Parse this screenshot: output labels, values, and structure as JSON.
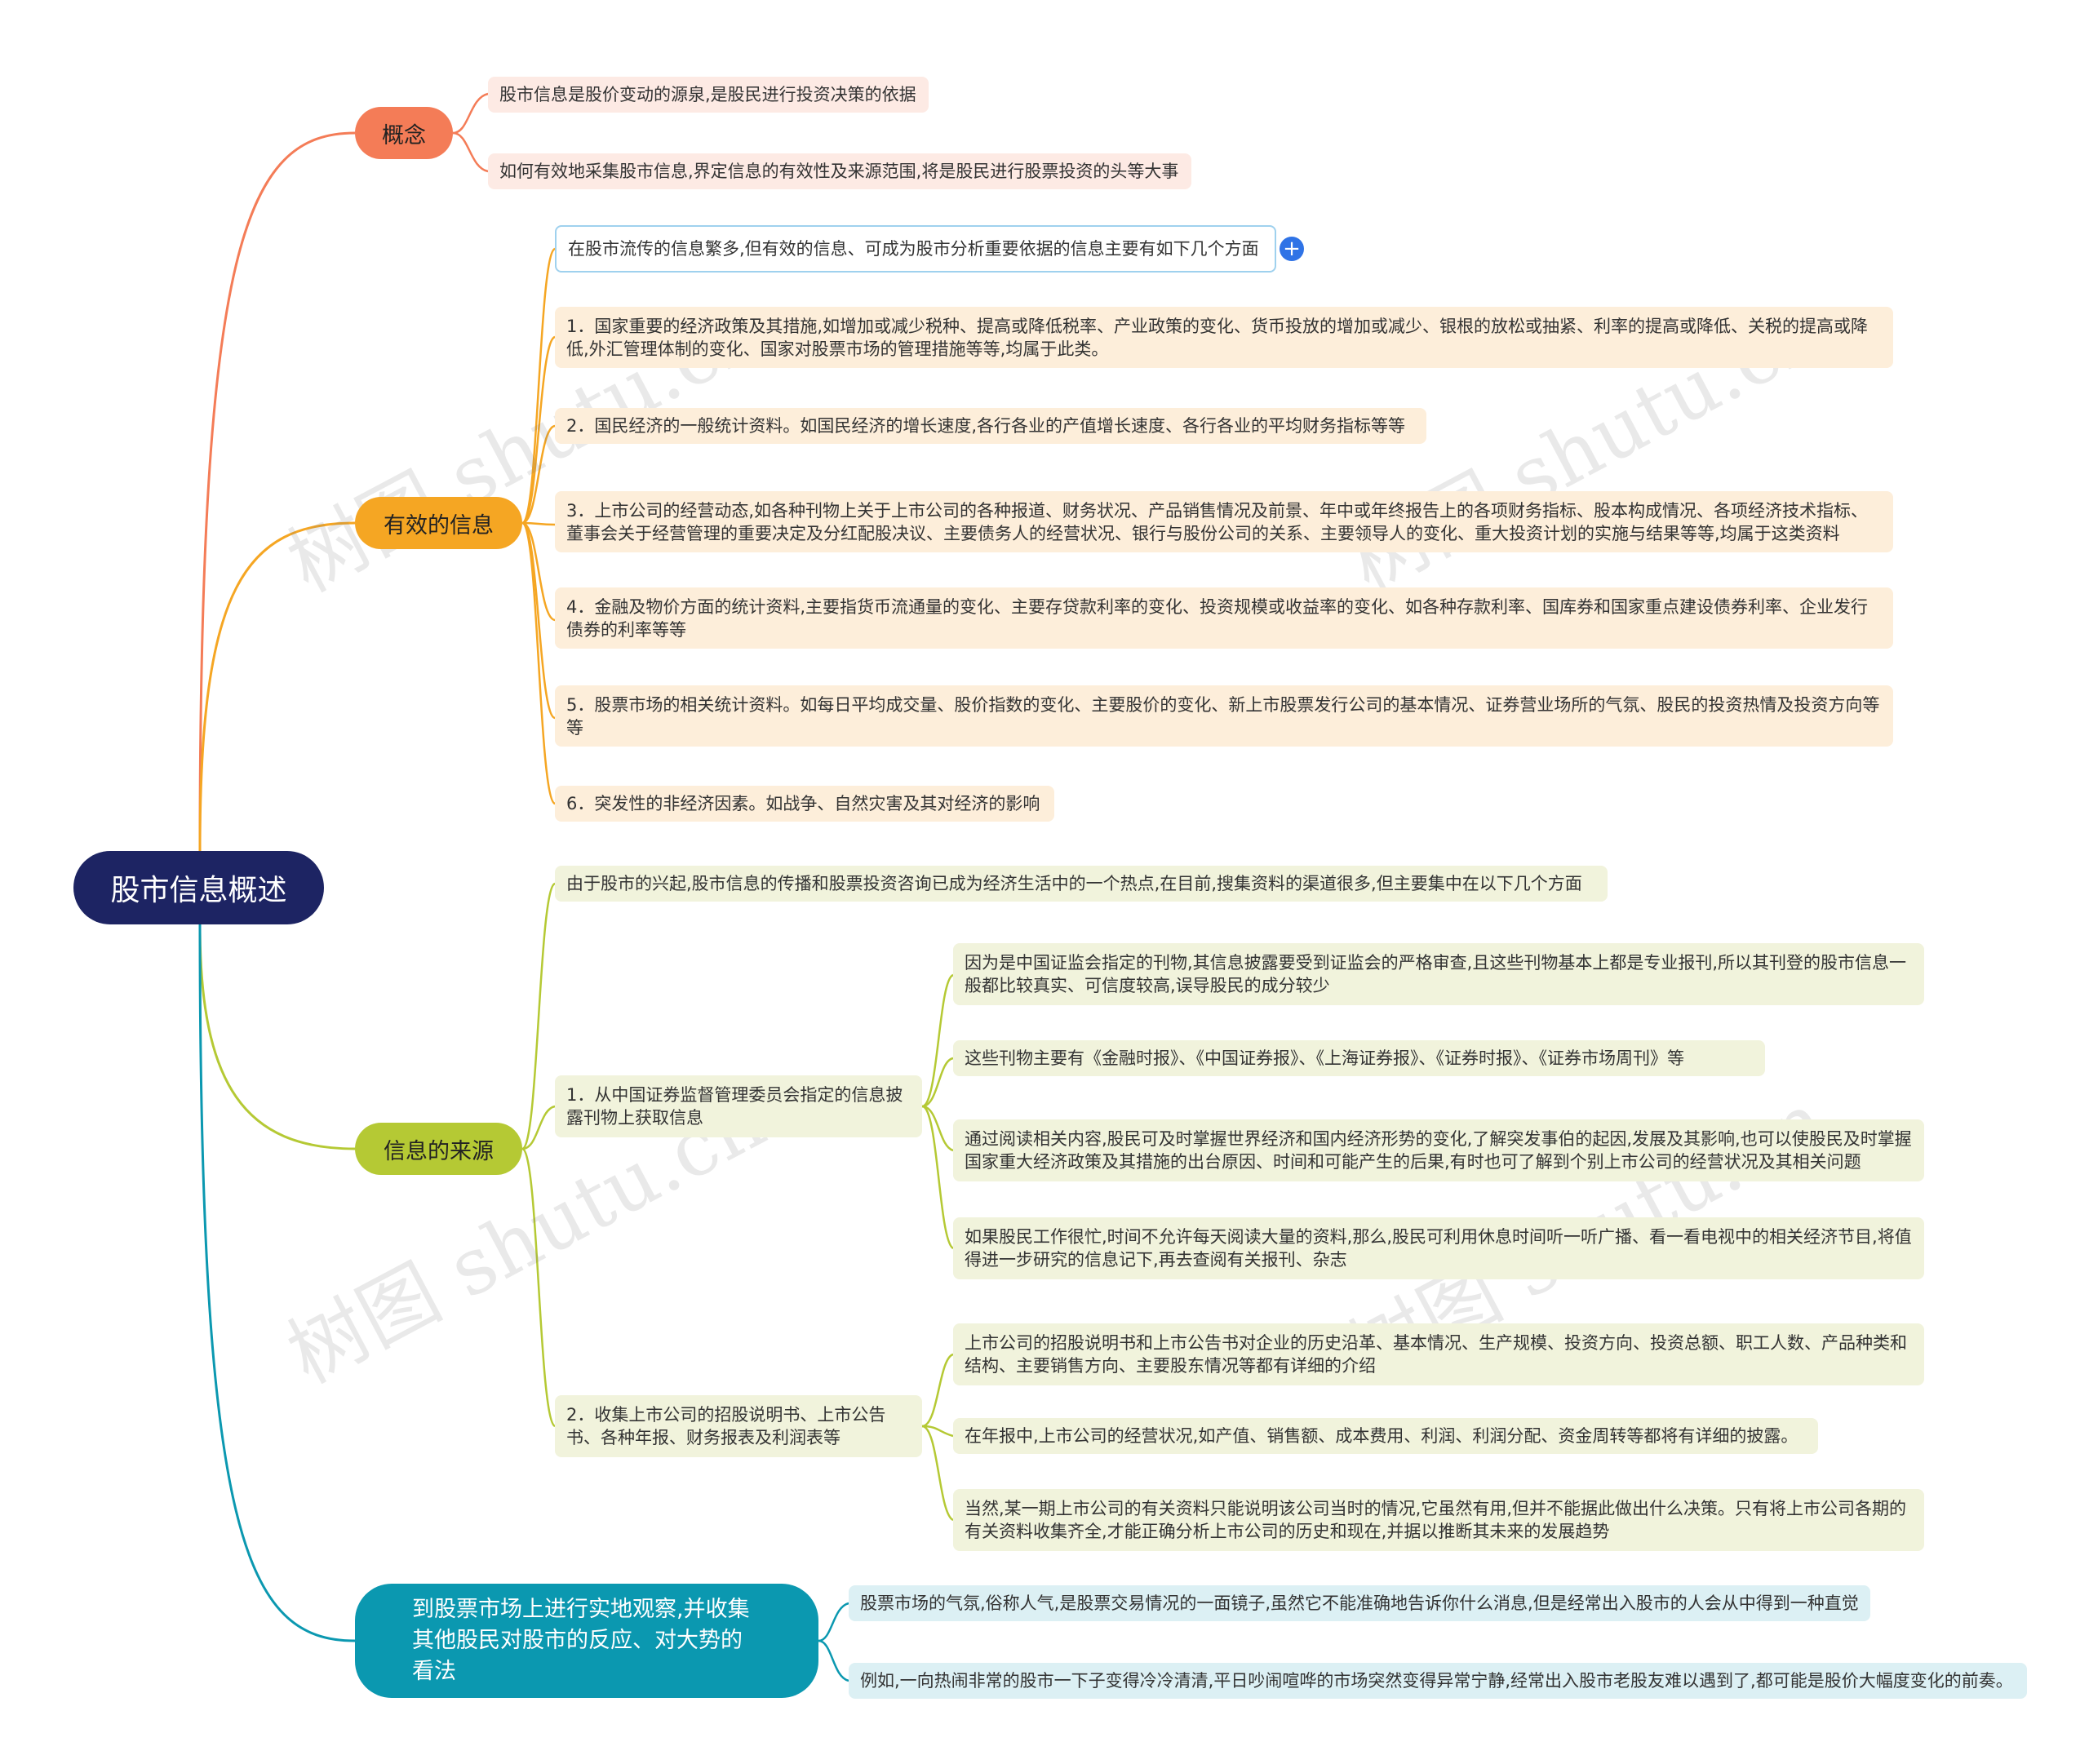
{
  "root": {
    "label": "股市信息概述"
  },
  "branches": {
    "concept": {
      "label": "概念",
      "items": [
        "股市信息是股价变动的源泉,是股民进行投资决策的依据",
        "如何有效地采集股市信息,界定信息的有效性及来源范围,将是股民进行股票投资的头等大事"
      ]
    },
    "effective": {
      "label": "有效的信息",
      "items": [
        "在股市流传的信息繁多,但有效的信息、可成为股市分析重要依据的信息主要有如下几个方面",
        "1．国家重要的经济政策及其措施,如增加或减少税种、提高或降低税率、产业政策的变化、货币投放的增加或减少、银根的放松或抽紧、利率的提高或降低、关税的提高或降低,外汇管理体制的变化、国家对股票市场的管理措施等等,均属于此类。",
        "2．国民经济的一般统计资料。如国民经济的增长速度,各行各业的产值增长速度、各行各业的平均财务指标等等",
        "3．上市公司的经营动态,如各种刊物上关于上市公司的各种报道、财务状况、产品销售情况及前景、年中或年终报告上的各项财务指标、股本构成情况、各项经济技术指标、董事会关于经营管理的重要决定及分红配股决议、主要债务人的经营状况、银行与股份公司的关系、主要领导人的变化、重大投资计划的实施与结果等等,均属于这类资料",
        "4．金融及物价方面的统计资料,主要指货币流通量的变化、主要存贷款利率的变化、投资规模或收益率的变化、如各种存款利率、国库券和国家重点建设债券利率、企业发行债券的利率等等",
        "5．股票市场的相关统计资料。如每日平均成交量、股价指数的变化、主要股价的变化、新上市股票发行公司的基本情况、证券营业场所的气氛、股民的投资热情及投资方向等等",
        "6．突发性的非经济因素。如战争、自然灾害及其对经济的影响"
      ]
    },
    "source": {
      "label": "信息的来源",
      "intro": "由于股市的兴起,股市信息的传播和股票投资咨询已成为经济生活中的一个热点,在目前,搜集资料的渠道很多,但主要集中在以下几个方面",
      "sub1": {
        "label": "1．从中国证券监督管理委员会指定的信息披露刊物上获取信息",
        "items": [
          "因为是中国证监会指定的刊物,其信息披露要受到证监会的严格审查,且这些刊物基本上都是专业报刊,所以其刊登的股市信息一般都比较真实、可信度较高,误导股民的成分较少",
          "这些刊物主要有《金融时报》、《中国证券报》、《上海证券报》、《证券时报》、《证券市场周刊》等",
          "通过阅读相关内容,股民可及时掌握世界经济和国内经济形势的变化,了解突发事伯的起因,发展及其影响,也可以使股民及时掌握国家重大经济政策及其措施的出台原因、时间和可能产生的后果,有时也可了解到个别上市公司的经营状况及其相关问题",
          "如果股民工作很忙,时间不允许每天阅读大量的资料,那么,股民可利用休息时间听一听广播、看一看电视中的相关经济节目,将值得进一步研究的信息记下,再去查阅有关报刊、杂志"
        ]
      },
      "sub2": {
        "label": "2．收集上市公司的招股说明书、上市公告书、各种年报、财务报表及利润表等",
        "items": [
          "上市公司的招股说明书和上市公告书对企业的历史沿革、基本情况、生产规模、投资方向、投资总额、职工人数、产品种类和结构、主要销售方向、主要股东情况等都有详细的介绍",
          "在年报中,上市公司的经营状况,如产值、销售额、成本费用、利润、利润分配、资金周转等都将有详细的披露。",
          "当然,某一期上市公司的有关资料只能说明该公司当时的情况,它虽然有用,但并不能据此做出什么决策。只有将上市公司各期的有关资料收集齐全,才能正确分析上市公司的历史和现在,并据以推断其未来的发展趋势"
        ]
      }
    },
    "observe": {
      "label": "到股票市场上进行实地观察,并收集其他股民对股市的反应、对大势的看法",
      "items": [
        "股票市场的气氛,俗称人气,是股票交易情况的一面镜子,虽然它不能准确地告诉你什么消息,但是经常出入股市的人会从中得到一种直觉",
        "例如,一向热闹非常的股市一下子变得冷冷清清,平日吵闹喧哗的市场突然变得异常宁静,经常出入股市老股友难以遇到了,都可能是股价大幅度变化的前奏。"
      ]
    }
  },
  "watermark": "树图 shutu.cn",
  "expand_glyph": "+",
  "colors": {
    "root": "#1d2463",
    "concept": "#f47c57",
    "effective": "#f5a623",
    "source": "#b5c934",
    "observe": "#0b98b0"
  }
}
